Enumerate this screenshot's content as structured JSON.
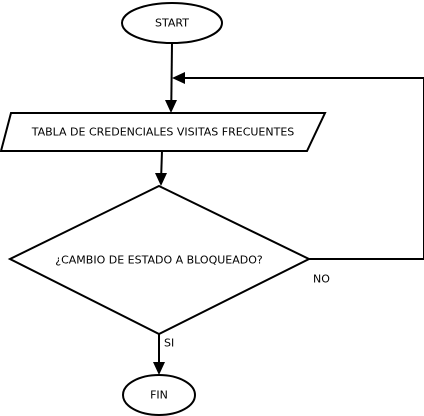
{
  "diagram": {
    "start_label": "START",
    "process_label": "TABLA DE  CREDENCIALES VISITAS FRECUENTES",
    "decision_label": "¿CAMBIO DE ESTADO A BLOQUEADO?",
    "no_label": "NO",
    "yes_label": "SI",
    "end_label": "FIN"
  },
  "colors": {
    "stroke": "#000000",
    "fill": "#ffffff"
  }
}
